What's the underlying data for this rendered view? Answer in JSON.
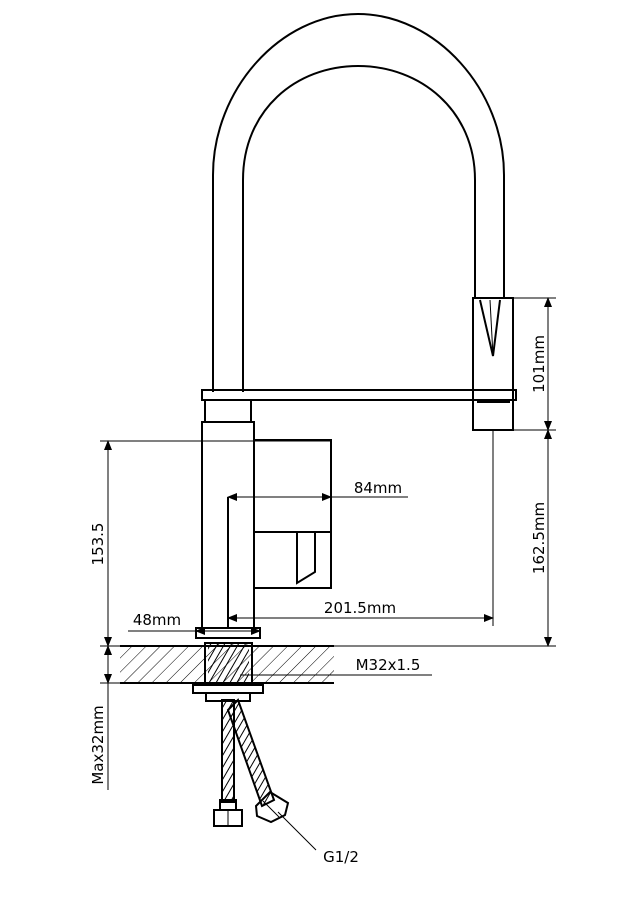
{
  "dimensions": {
    "spout_height": "101mm",
    "spout_reach_height": "162.5mm",
    "handle_offset": "84mm",
    "spout_reach": "201.5mm",
    "base_diameter": "48mm",
    "body_height": "153.5",
    "thread": "M32x1.5",
    "max_deck": "Max32mm",
    "hose_connection": "G1/2"
  },
  "colors": {
    "line": "#000000",
    "background": "#ffffff"
  }
}
